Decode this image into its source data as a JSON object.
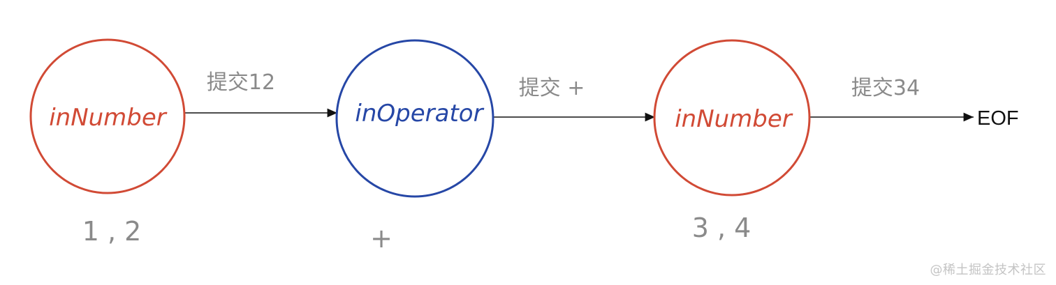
{
  "colors": {
    "number_state": "#d14a35",
    "operator_state": "#2647a6",
    "edge": "#111111",
    "annotation": "#8a8a8a"
  },
  "states": [
    {
      "id": "n1",
      "label": "inNumber",
      "kind": "number",
      "input": "1 , 2"
    },
    {
      "id": "op",
      "label": "inOperator",
      "kind": "operator",
      "input": "+"
    },
    {
      "id": "n2",
      "label": "inNumber",
      "kind": "number",
      "input": "3 , 4"
    }
  ],
  "edges": [
    {
      "from": "n1",
      "to": "op",
      "label": "提交12"
    },
    {
      "from": "op",
      "to": "n2",
      "label": "提交 +"
    },
    {
      "from": "n2",
      "to": "end",
      "label": "提交34"
    }
  ],
  "end_node": {
    "label": "EOF"
  },
  "watermark": "@稀土掘金技术社区"
}
